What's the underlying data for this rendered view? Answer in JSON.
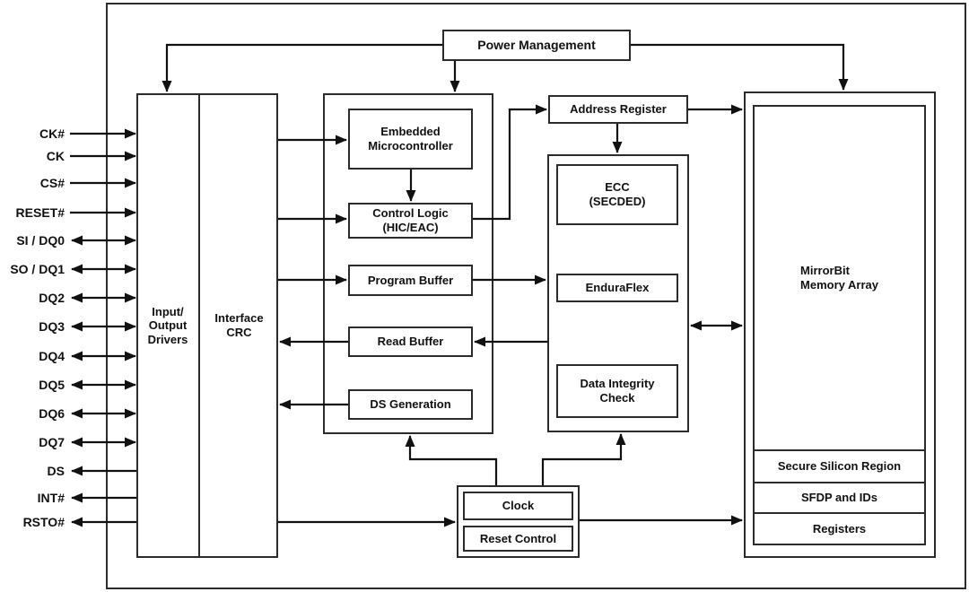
{
  "blocks": {
    "power_management": "Power Management",
    "io_drivers": "Input/\nOutput\nDrivers",
    "interface_crc": "Interface\nCRC",
    "embedded_microcontroller": "Embedded\nMicrocontroller",
    "control_logic": "Control Logic\n(HIC/EAC)",
    "program_buffer": "Program Buffer",
    "read_buffer": "Read Buffer",
    "ds_generation": "DS Generation",
    "address_register": "Address Register",
    "ecc": "ECC\n(SECDED)",
    "enduraflex": "EnduraFlex",
    "data_integrity_check": "Data Integrity\nCheck",
    "mirrorbit_memory_array": "MirrorBit\nMemory Array",
    "secure_silicon_region": "Secure Silicon Region",
    "sfdp_and_ids": "SFDP and IDs",
    "registers": "Registers",
    "clock": "Clock",
    "reset_control": "Reset Control"
  },
  "pins": [
    {
      "label": "CK#",
      "direction": "in"
    },
    {
      "label": "CK",
      "direction": "in"
    },
    {
      "label": "CS#",
      "direction": "in"
    },
    {
      "label": "RESET#",
      "direction": "in"
    },
    {
      "label": "SI / DQ0",
      "direction": "bidir"
    },
    {
      "label": "SO / DQ1",
      "direction": "bidir"
    },
    {
      "label": "DQ2",
      "direction": "bidir"
    },
    {
      "label": "DQ3",
      "direction": "bidir"
    },
    {
      "label": "DQ4",
      "direction": "bidir"
    },
    {
      "label": "DQ5",
      "direction": "bidir"
    },
    {
      "label": "DQ6",
      "direction": "bidir"
    },
    {
      "label": "DQ7",
      "direction": "bidir"
    },
    {
      "label": "DS",
      "direction": "out"
    },
    {
      "label": "INT#",
      "direction": "out"
    },
    {
      "label": "RSTO#",
      "direction": "out"
    }
  ],
  "colors": {
    "line": "#111111",
    "border": "#2b2b2b",
    "background": "#ffffff",
    "text": "#111111"
  }
}
